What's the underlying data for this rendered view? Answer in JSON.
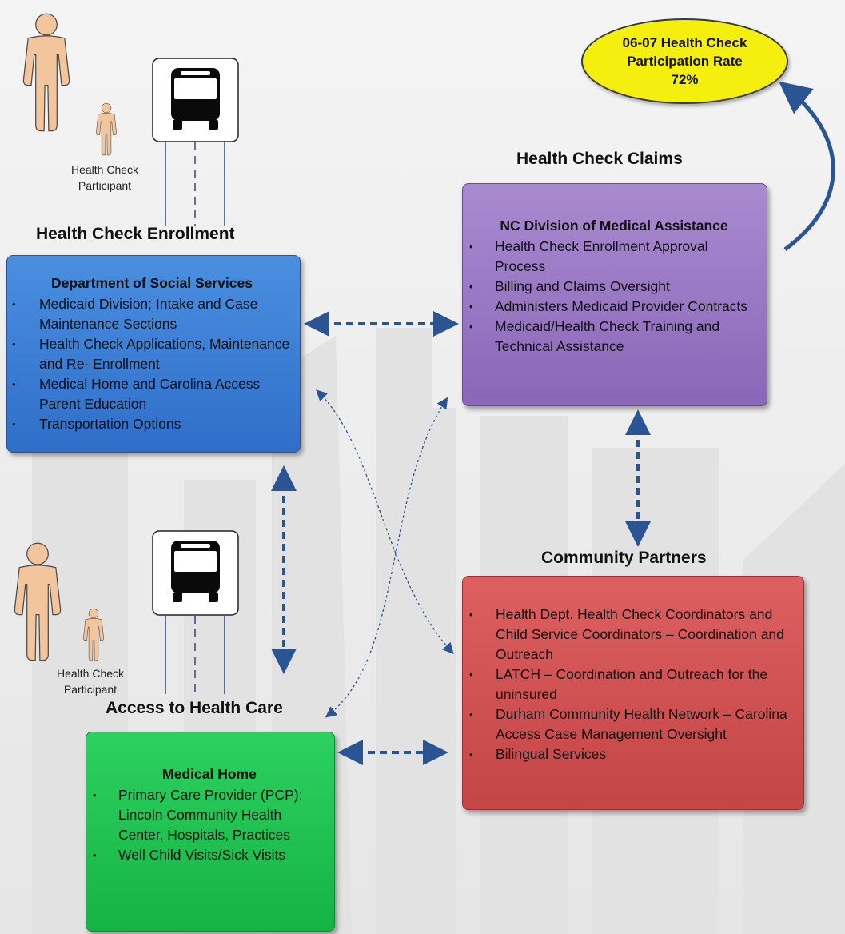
{
  "participation": {
    "lines": [
      "06-07 Health Check",
      "Participation Rate",
      "72%"
    ]
  },
  "sections": {
    "enrollment": "Health Check Enrollment",
    "claims": "Health Check Claims",
    "community": "Community Partners",
    "access": "Access to Health Care"
  },
  "participant_caption_top": [
    "Health Check",
    "Participant"
  ],
  "participant_caption_bottom": [
    "Health Check",
    "Participant"
  ],
  "boxes": {
    "dss": {
      "title": "Department of Social Services",
      "items": [
        "Medicaid Division; Intake and Case Maintenance Sections",
        "Health Check Applications, Maintenance and Re- Enrollment",
        "Medical Home and Carolina Access Parent Education",
        "Transportation Options"
      ]
    },
    "dma": {
      "title": "NC Division of Medical Assistance",
      "items": [
        "Health Check Enrollment Approval Process",
        "Billing and Claims Oversight",
        "Administers Medicaid Provider Contracts",
        "Medicaid/Health Check Training and Technical Assistance"
      ]
    },
    "community": {
      "title": "",
      "items": [
        " Health Dept. Health Check Coordinators and Child Service Coordinators – Coordination and Outreach",
        "LATCH – Coordination and Outreach for the uninsured",
        "Durham Community Health Network – Carolina Access Case Management Oversight",
        "Bilingual Services"
      ]
    },
    "medical_home": {
      "title": "Medical Home",
      "items": [
        "Primary Care Provider (PCP): Lincoln Community Health Center, Hospitals, Practices",
        "Well Child Visits/Sick Visits"
      ]
    }
  },
  "colors": {
    "dss": "#3a7fd6",
    "dma": "#9a78c4",
    "community": "#d45252",
    "medical_home": "#22c352",
    "ellipse": "#f5ef0f",
    "arrow": "#2a5592",
    "person": "#f3c59c"
  },
  "icons": [
    "person-adult-icon",
    "person-child-icon",
    "bus-stop-icon"
  ]
}
